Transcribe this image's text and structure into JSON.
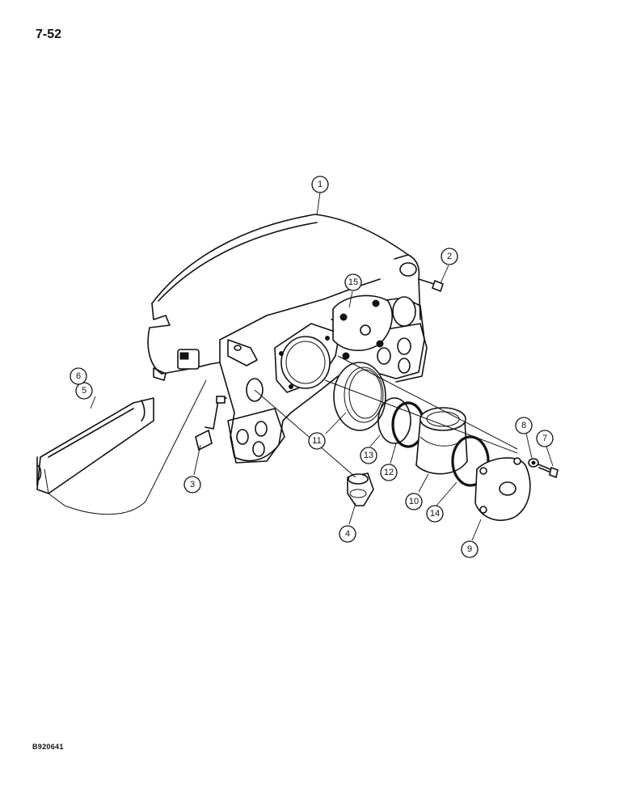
{
  "page": {
    "number": "7-52",
    "figure_code": "B920641"
  },
  "callouts": [
    {
      "id": "c1",
      "label": "1"
    },
    {
      "id": "c2",
      "label": "2"
    },
    {
      "id": "c3",
      "label": "3"
    },
    {
      "id": "c4",
      "label": "4"
    },
    {
      "id": "c5",
      "label": "5"
    },
    {
      "id": "c6",
      "label": "6"
    },
    {
      "id": "c7",
      "label": "7"
    },
    {
      "id": "c8",
      "label": "8"
    },
    {
      "id": "c9",
      "label": "9"
    },
    {
      "id": "c10",
      "label": "10"
    },
    {
      "id": "c11",
      "label": "11"
    },
    {
      "id": "c12",
      "label": "12"
    },
    {
      "id": "c13",
      "label": "13"
    },
    {
      "id": "c14",
      "label": "14"
    },
    {
      "id": "c15",
      "label": "15"
    }
  ]
}
